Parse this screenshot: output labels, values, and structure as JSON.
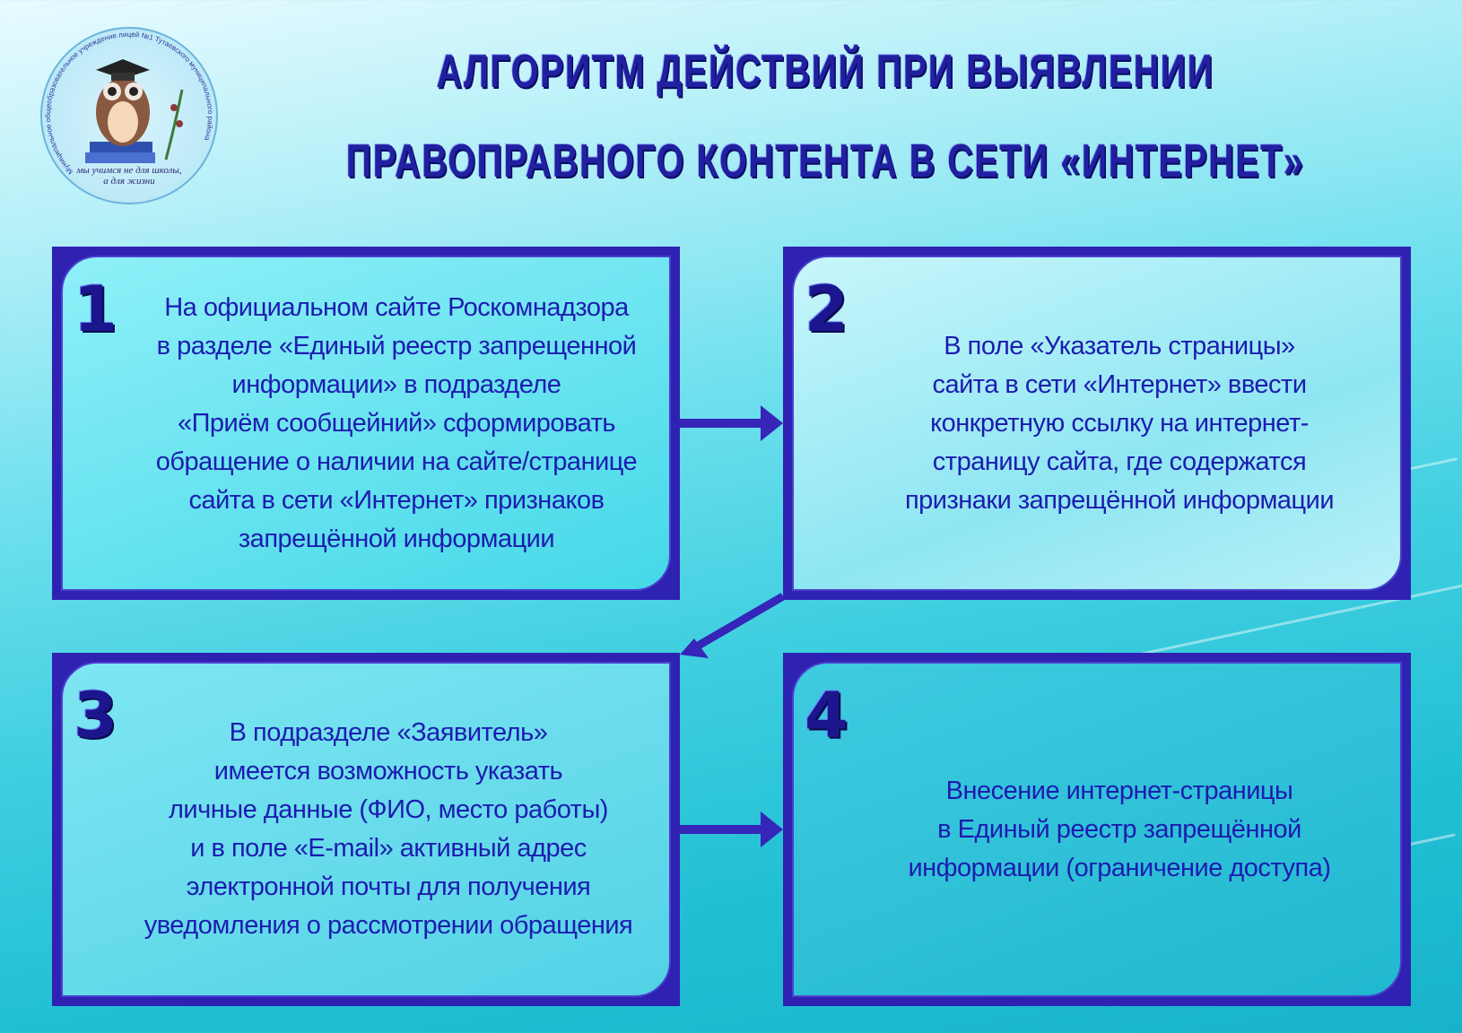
{
  "logo": {
    "ring_text": "Муниципальное общеобразовательное учреждение лицей №1 Тутаевского муниципального района",
    "motto": "мы учимся не для школы, а для жизни"
  },
  "title": {
    "line1": "АЛГОРИТМ ДЕЙСТВИЙ ПРИ ВЫЯВЛЕНИИ",
    "line2": "ПРАВОПРАВНОГО КОНТЕНТА В СЕТИ «ИНТЕРНЕТ»"
  },
  "steps": [
    {
      "number": "1",
      "text": "На официальном сайте Роскомнадзора\nв разделе «Единый реестр запрещенной\nинформации» в подразделе\n«Приём сообщейний» сформировать\nобращение о наличии на сайте/странице\nсайта в сети «Интернет» признаков\nзапрещённой информации"
    },
    {
      "number": "2",
      "text": "В поле «Указатель страницы»\nсайта в сети «Интернет» ввести\nконкретную ссылку на интернет-\nстраницу сайта, где содержатся\nпризнаки запрещённой информации"
    },
    {
      "number": "3",
      "text": "В подразделе «Заявитель»\nимеется возможность указать\nличные данные (ФИО, место работы)\nи в поле «E-mail» активный адрес\nэлектронной почты для получения\nуведомления о рассмотрении обращения"
    },
    {
      "number": "4",
      "text": "Внесение интернет-страницы\nв Единый реестр запрещённой\nинформации (ограничение доступа)"
    }
  ],
  "colors": {
    "frame": "#2f22b2",
    "text": "#1c1cb0"
  }
}
